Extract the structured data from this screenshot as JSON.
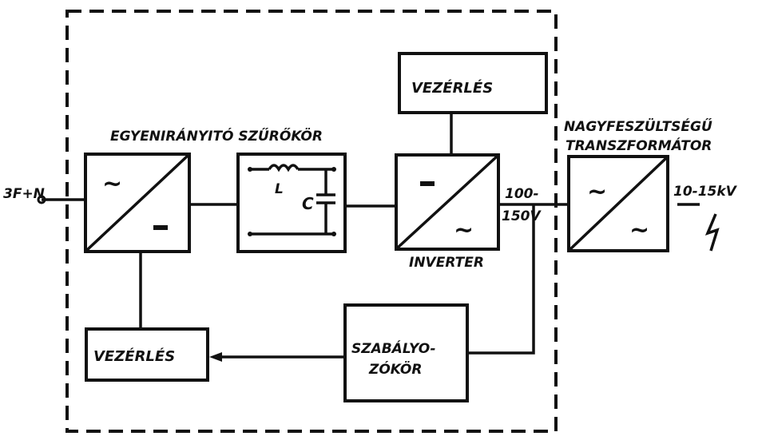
{
  "diagram": {
    "labels": {
      "input": "3F+N",
      "rectifier_filter": "EGYENIRÁNYITÓ SZŰRŐKÖR",
      "inverter": "INVERTER",
      "control_top": "VEZÉRLÉS",
      "control_bottom": "VEZÉRLÉS",
      "regulator_line1": "SZABÁLYO-",
      "regulator_line2": "ZÓKÖR",
      "inv_voltage_line1": "100-",
      "inv_voltage_line2": "150V",
      "transformer_line1": "NAGYFESZÜLTSÉGŰ",
      "transformer_line2": "TRANSZFORMÁTOR",
      "output_voltage": "10-15kV",
      "capacitor": "C",
      "inductor": "L"
    },
    "symbols": {
      "ac": "~",
      "dc": "="
    }
  }
}
